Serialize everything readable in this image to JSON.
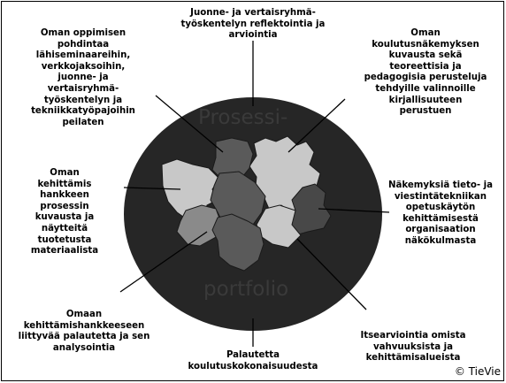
{
  "diagram": {
    "center_title_top": "Prosessi-",
    "center_title_bottom": "portfolio",
    "labels": {
      "top": "Juonne- ja vertaisryhmä-\ntyöskentelyn reflektointia ja\narviointia",
      "top_left": "Oman oppimisen\npohdintaa\nlähiseminaareihin,\nverkkojaksoihin,\njuonne- ja\nvertaisryhmä-\ntyöskentelyn ja\ntekniikkatyöpajoihin\npeilaten",
      "top_right": "Oman\nkoulutusnäkemyksen\nkuvausta sekä\nteoreettisia ja\npedagogisia perusteluja\ntehdyille valinnoille\nkirjallisuuteen\nperustuen",
      "left": "Oman\nkehittämis\nhankkeen\nprosessin\nkuvausta ja\nnäytteitä\ntuotetusta\nmateriaalista",
      "right": "Näkemyksiä tieto- ja\nviestintätekniikan\nopetuskäytön\nkehittämisestä\norganisaation\nnäkökulmasta",
      "bottom_left": "Omaan\nkehittämishankkeeseen\nliittyvää palautetta ja sen\nanalysointia",
      "bottom": "Palautetta\nkoulutuskokonaisuudesta",
      "bottom_right": "Itsearviointia omista\nvahvuuksista ja\nkehittämisalueista"
    },
    "credit": "© TieVie",
    "colors": {
      "ellipse": "#262626",
      "piece_light": "#c8c8c8",
      "piece_mid": "#8a8a8a",
      "piece_dark": "#5a5a5a",
      "piece_darker": "#484848"
    }
  }
}
